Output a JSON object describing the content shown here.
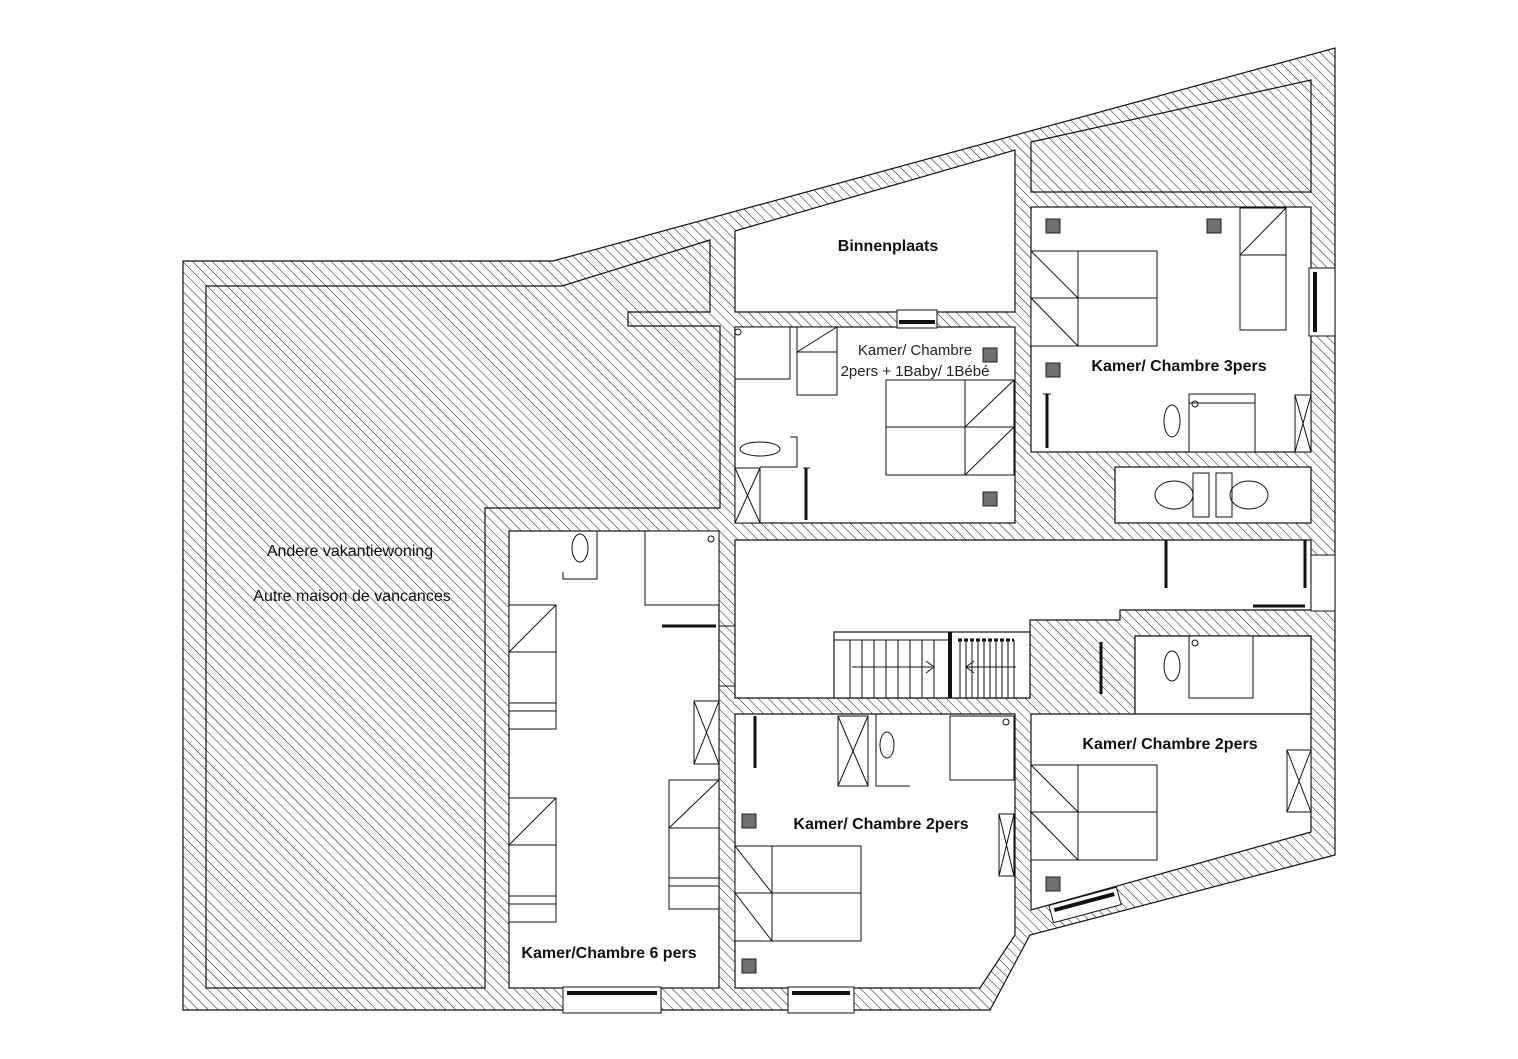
{
  "plan": {
    "labels": {
      "courtyard": "Binnenplaats",
      "room_baby_line1": "Kamer/ Chambre",
      "room_baby_line2": "2pers + 1Baby/ 1Bébé",
      "room_3pers": "Kamer/ Chambre 3pers",
      "other_house_line1": "Andere vakantiewoning",
      "other_house_line2": "Autre maison de vancances",
      "room_2pers_east": "Kamer/ Chambre 2pers",
      "room_2pers_south": "Kamer/ Chambre 2pers",
      "room_6pers": "Kamer/Chambre 6 pers"
    },
    "colors": {
      "line": "#111111",
      "hatch": "#111111",
      "marker": "#707070",
      "background": "#ffffff"
    }
  }
}
